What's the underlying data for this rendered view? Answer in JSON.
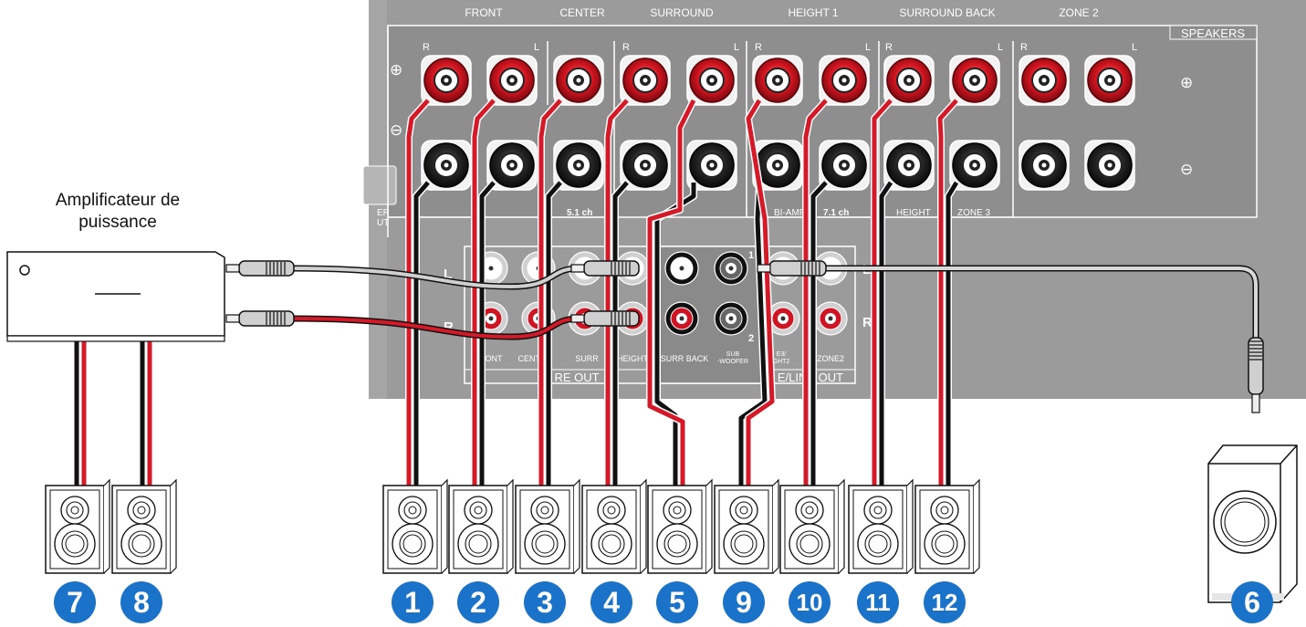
{
  "amplifier": {
    "title_line1": "Amplificateur de",
    "title_line2": "puissance"
  },
  "panel": {
    "speakers_label": "SPEAKERS",
    "sections": [
      "FRONT",
      "CENTER",
      "SURROUND",
      "HEIGHT 1",
      "SURROUND BACK",
      "ZONE 2"
    ],
    "channel_letters": [
      "R",
      "L",
      "R",
      "L",
      "R",
      "L",
      "R",
      "L",
      "R",
      "L"
    ],
    "plus_symbol": "⊕",
    "minus_symbol": "⊖",
    "mode_labels": [
      "5.1 ch",
      "BI-AMP",
      "7.1 ch",
      "HEIGHT",
      "ZONE 3"
    ],
    "left_edge_fragments": [
      "ER",
      "UT"
    ]
  },
  "preout": {
    "row_labels": {
      "left": "L",
      "right": "R",
      "right_edge": "R",
      "edge_l": "L"
    },
    "jack_labels": [
      "FRONT",
      "CENTER",
      "SURR",
      "HEIGHT",
      "SURR BACK",
      "SUB",
      "-WOOFER",
      "E3/",
      "GHT2",
      "ZONE2"
    ],
    "group_label_left": "RE OUT",
    "group_label_right": "E/LINE OUT",
    "sub_numbers": [
      "1",
      "2"
    ]
  },
  "speakers_numbers": {
    "amp_speakers": [
      "7",
      "8"
    ],
    "receiver_speakers": [
      "1",
      "2",
      "3",
      "4",
      "5",
      "9",
      "10",
      "11",
      "12"
    ],
    "subwoofer": "6"
  },
  "colors": {
    "panel": "#9a9a9a",
    "panel_dark": "#7a7a7a",
    "badge": "#1a73c9",
    "cable_red": "#d41a28",
    "terminal_red": "#cf1424"
  }
}
